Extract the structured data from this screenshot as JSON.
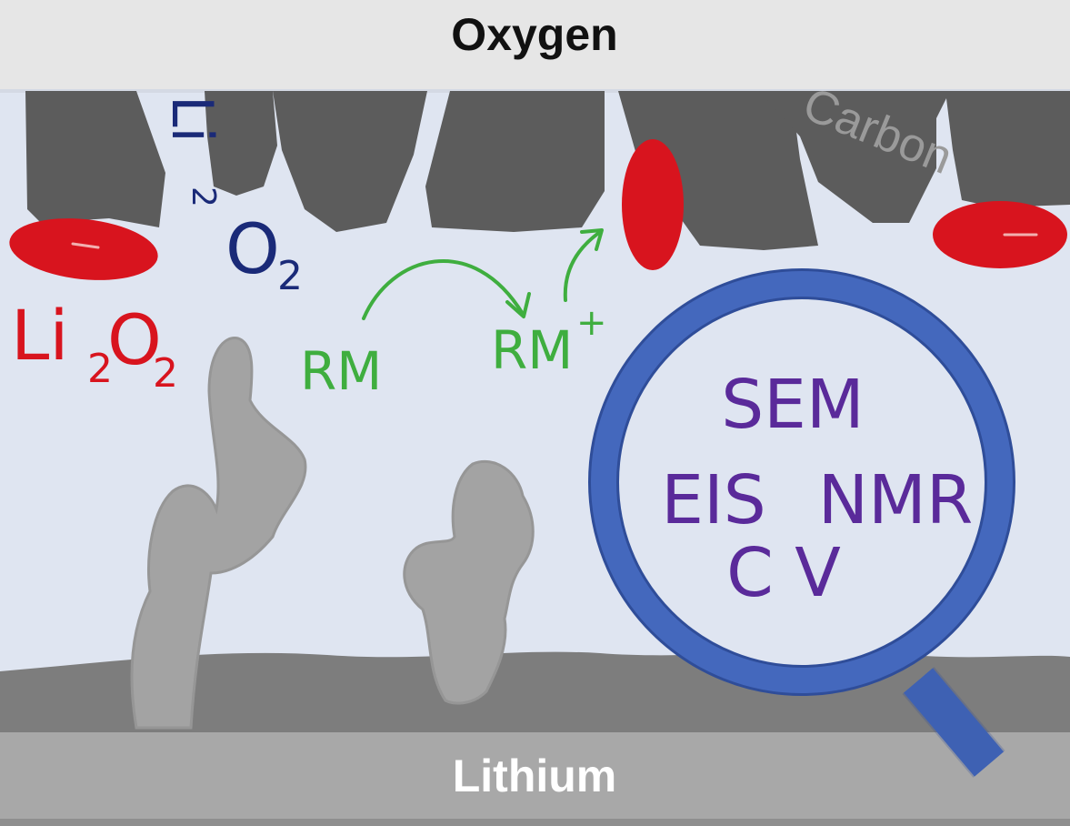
{
  "labels": {
    "top": "Oxygen",
    "bottom": "Lithium",
    "carbon": "Carbon",
    "li2o2_red": {
      "main1": "Li",
      "sub1": "2",
      "main2": "O",
      "sub2": "2"
    },
    "li2o2_blue": {
      "main1": "Li",
      "sub1": "2",
      "main2": "O",
      "sub2": "2"
    },
    "rm": "RM",
    "rm_plus": "RM",
    "rm_plus_sup": "+"
  },
  "techniques": {
    "line1": "SEM",
    "line2_left": "EIS",
    "line2_right": "NMR",
    "line3": "C V"
  },
  "colors": {
    "top_band": "#e6e6e6",
    "electrolyte": "#dfe5f1",
    "carbon": "#5c5c5c",
    "carbon_label": "#9a9a9a",
    "lithium_base": "#a8a8a8",
    "lithium_surface": "#7d7d7d",
    "dendrite": "#a3a3a3",
    "li2o2_red": "#d8141e",
    "li2o2_blue_text": "#1a2a78",
    "rm_green": "#3fae3f",
    "magnifier_blue": "#4468bd",
    "techniques_purple": "#5a2a9a"
  }
}
